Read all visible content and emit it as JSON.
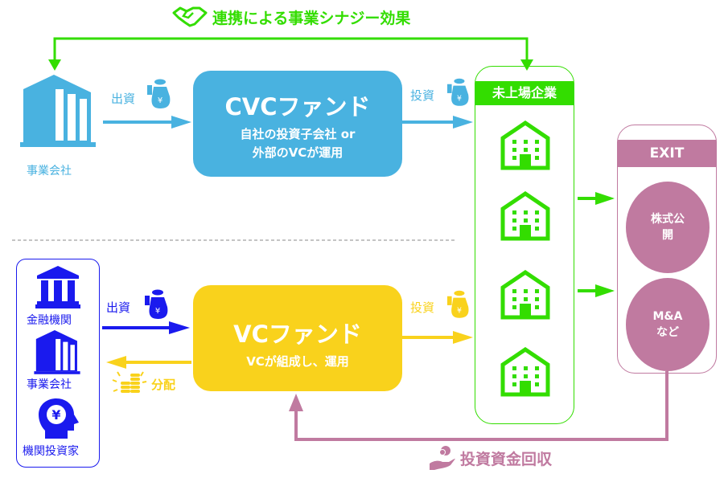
{
  "synergy": {
    "label": "連携による事業シナジー効果",
    "icon": "handshake-icon"
  },
  "cvc_section": {
    "company_label": "事業会社",
    "invest_label": "出資",
    "fund_title": "CVCファンド",
    "fund_line1": "自社の投資子会社 or",
    "fund_line2": "外部のVCが運用",
    "to_startups_label": "投資"
  },
  "vc_section": {
    "investors": [
      {
        "label": "金融機関",
        "icon": "bank-icon"
      },
      {
        "label": "事業会社",
        "icon": "office-building-icon"
      },
      {
        "label": "機関投資家",
        "icon": "investor-head-icon"
      }
    ],
    "invest_label": "出資",
    "distribution_label": "分配",
    "fund_title": "VCファンド",
    "fund_line1": "VCが組成し、運用",
    "to_startups_label": "投資"
  },
  "startups": {
    "header": "未上場企業",
    "count": 4
  },
  "exit": {
    "header": "EXIT",
    "options": [
      "株式公開",
      "M&Aなど"
    ],
    "option_lines": [
      [
        "株式公",
        "開"
      ],
      [
        "M&A",
        "など"
      ]
    ]
  },
  "recovery": {
    "label": "投資資金回収"
  },
  "colors": {
    "green": "#33dd00",
    "cvc_blue": "#49b2e0",
    "vc_yellow": "#f9d21c",
    "investor_blue": "#1a1aee",
    "exit_mauve": "#c07aa0"
  }
}
